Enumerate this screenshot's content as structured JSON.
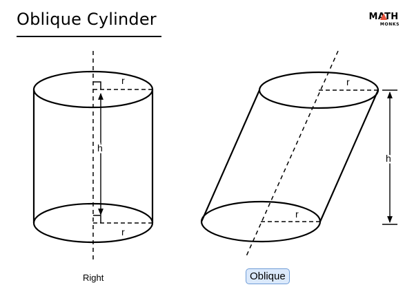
{
  "title": "Oblique Cylinder",
  "logo": {
    "main": "MATH",
    "sub": "MONKS",
    "accent_color": "#e5533c"
  },
  "figures": {
    "right": {
      "caption": "Right",
      "radius_label": "r",
      "height_label": "h"
    },
    "oblique": {
      "caption": "Oblique",
      "radius_label": "r",
      "height_label": "h"
    }
  }
}
